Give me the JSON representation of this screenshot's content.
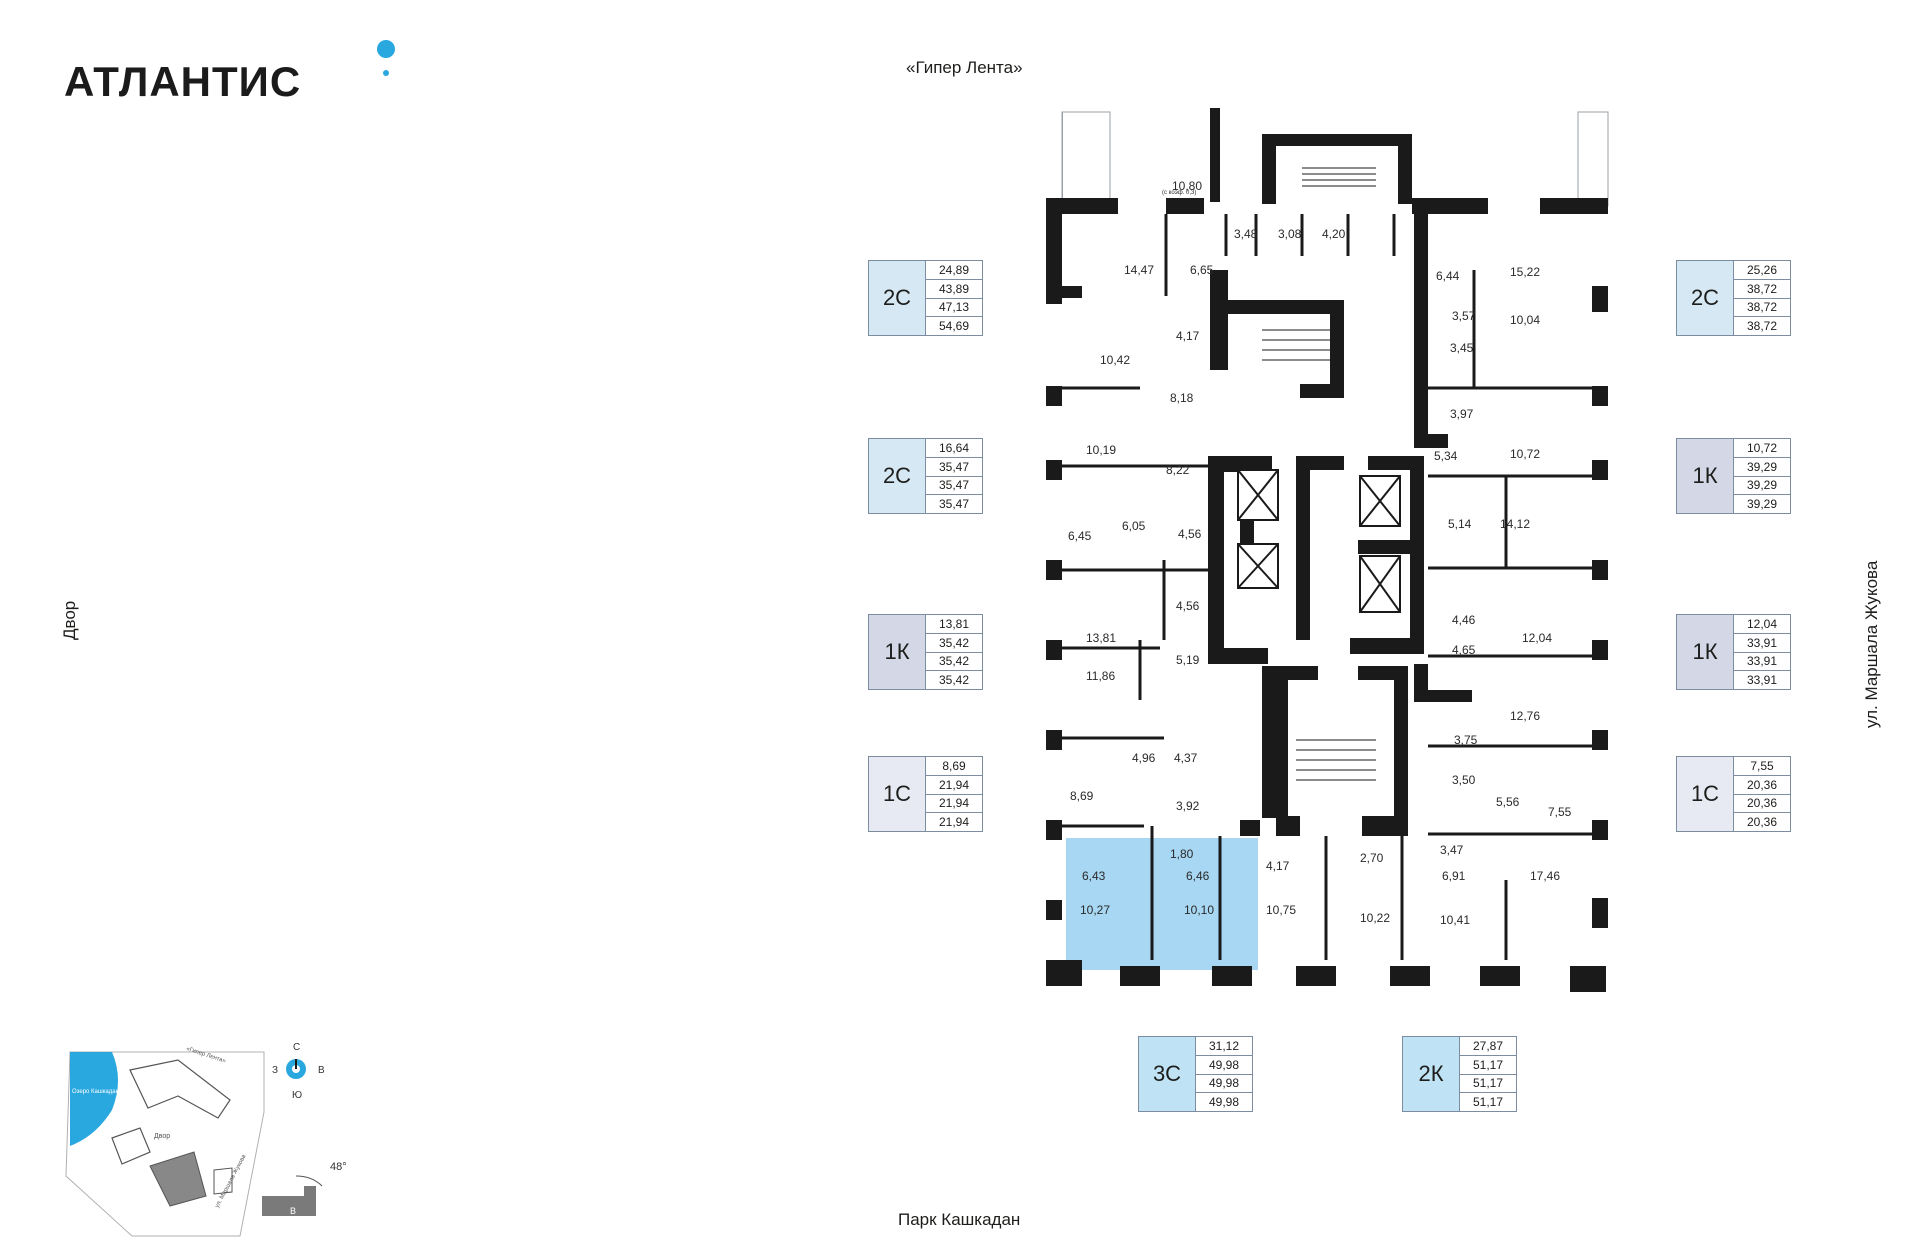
{
  "brand": {
    "name": "АТЛАНТИС"
  },
  "streets": {
    "top": "«Гипер Лента»",
    "bottom": "Парк Кашкадан",
    "left": "Двор",
    "right": "ул. Маршала Жукова"
  },
  "apartments": [
    {
      "type": "2С",
      "areas": [
        "24,89",
        "43,89",
        "47,13",
        "54,69"
      ],
      "color": "#d7e8f5"
    },
    {
      "type": "2С",
      "areas": [
        "16,64",
        "35,47",
        "35,47",
        "35,47"
      ],
      "color": "#d7e8f5"
    },
    {
      "type": "1К",
      "areas": [
        "13,81",
        "35,42",
        "35,42",
        "35,42"
      ],
      "color": "#d4d8e6"
    },
    {
      "type": "1С",
      "areas": [
        "8,69",
        "21,94",
        "21,94",
        "21,94"
      ],
      "color": "#e7eaf2"
    },
    {
      "type": "2С",
      "areas": [
        "25,26",
        "38,72",
        "38,72",
        "38,72"
      ],
      "color": "#d7e8f5"
    },
    {
      "type": "1К",
      "areas": [
        "10,72",
        "39,29",
        "39,29",
        "39,29"
      ],
      "color": "#d4d8e6"
    },
    {
      "type": "1К",
      "areas": [
        "12,04",
        "33,91",
        "33,91",
        "33,91"
      ],
      "color": "#d4d8e6"
    },
    {
      "type": "1С",
      "areas": [
        "7,55",
        "20,36",
        "20,36",
        "20,36"
      ],
      "color": "#e7eaf2"
    },
    {
      "type": "3С",
      "areas": [
        "31,12",
        "49,98",
        "49,98",
        "49,98"
      ],
      "color": "#bfe3f5"
    },
    {
      "type": "2К",
      "areas": [
        "27,87",
        "51,17",
        "51,17",
        "51,17"
      ],
      "color": "#bfe3f5"
    }
  ],
  "rooms": [
    "10,80",
    "14,47",
    "6,65",
    "3,48",
    "3,08",
    "4,20",
    "6,44",
    "15,22",
    "10,42",
    "4,17",
    "3,57",
    "10,04",
    "3,45",
    "8,18",
    "3,97",
    "10,19",
    "8,22",
    "5,34",
    "10,72",
    "6,45",
    "6,05",
    "4,56",
    "5,14",
    "14,12",
    "4,56",
    "4,46",
    "13,81",
    "5,19",
    "4,65",
    "12,04",
    "11,86",
    "12,76",
    "4,96",
    "4,37",
    "3,75",
    "8,69",
    "3,92",
    "3,50",
    "5,56",
    "7,55",
    "1,80",
    "4,17",
    "2,70",
    "3,47",
    "6,43",
    "6,46",
    "6,91",
    "17,46",
    "10,27",
    "10,10",
    "10,75",
    "10,22",
    "10,41"
  ],
  "terrace_note": "(с коэф. 0,3)",
  "compass": {
    "n": "С",
    "s": "Ю",
    "w": "З",
    "e": "В",
    "angle": "48°",
    "section": "В"
  },
  "site_map": {
    "lake": "Озеро Кашкадан",
    "yard": "Двор",
    "road_top": "«Гипер Лента»",
    "road_side": "ул. Маршала Жукова"
  }
}
